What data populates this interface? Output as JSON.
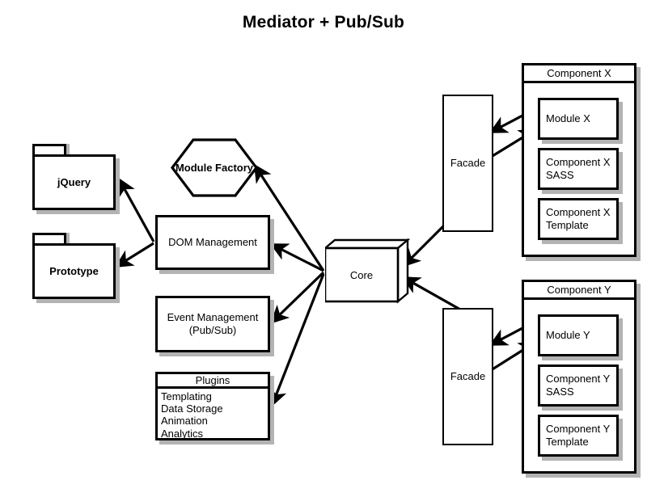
{
  "diagram": {
    "title": "Mediator + Pub/Sub",
    "colors": {
      "stroke": "#000000",
      "background": "#ffffff",
      "shadow": "#b3b3b3"
    }
  },
  "nodes": {
    "jquery": {
      "label": "jQuery",
      "shape": "package"
    },
    "prototype": {
      "label": "Prototype",
      "shape": "package"
    },
    "module_factory": {
      "label": "Module Factory",
      "shape": "hexagon"
    },
    "dom_management": {
      "label": "DOM Management",
      "shape": "rect"
    },
    "event_management": {
      "label": "Event Management\n(Pub/Sub)",
      "line1": "Event Management",
      "line2": "(Pub/Sub)",
      "shape": "rect"
    },
    "core": {
      "label": "Core",
      "shape": "cube"
    },
    "facade_x": {
      "label": "Facade",
      "shape": "rect"
    },
    "facade_y": {
      "label": "Facade",
      "shape": "rect"
    }
  },
  "plugins": {
    "header": "Plugins",
    "items": [
      "Templating",
      "Data Storage",
      "Animation",
      "Analytics"
    ]
  },
  "components": [
    {
      "title": "Component X",
      "boxes": [
        {
          "line1": "Module X",
          "line2": ""
        },
        {
          "line1": "Component X",
          "line2": "SASS"
        },
        {
          "line1": "Component X",
          "line2": "Template"
        }
      ]
    },
    {
      "title": "Component Y",
      "boxes": [
        {
          "line1": "Module Y",
          "line2": ""
        },
        {
          "line1": "Component Y",
          "line2": "SASS"
        },
        {
          "line1": "Component Y",
          "line2": "Template"
        }
      ]
    }
  ],
  "connections": [
    {
      "from": "dom_management",
      "to": "jquery",
      "arrow": "single"
    },
    {
      "from": "dom_management",
      "to": "prototype",
      "arrow": "single"
    },
    {
      "from": "core",
      "to": "module_factory",
      "arrow": "single"
    },
    {
      "from": "core",
      "to": "dom_management",
      "arrow": "single"
    },
    {
      "from": "core",
      "to": "event_management",
      "arrow": "single"
    },
    {
      "from": "core",
      "to": "plugins",
      "arrow": "single"
    },
    {
      "from": "facade_x",
      "to": "core",
      "arrow": "single"
    },
    {
      "from": "facade_y",
      "to": "core",
      "arrow": "single"
    },
    {
      "from": "module_x",
      "to": "facade_x",
      "arrow": "single"
    },
    {
      "from": "facade_x",
      "to": "module_x",
      "arrow": "single"
    },
    {
      "from": "module_y",
      "to": "facade_y",
      "arrow": "single"
    },
    {
      "from": "facade_y",
      "to": "module_y",
      "arrow": "single"
    }
  ]
}
